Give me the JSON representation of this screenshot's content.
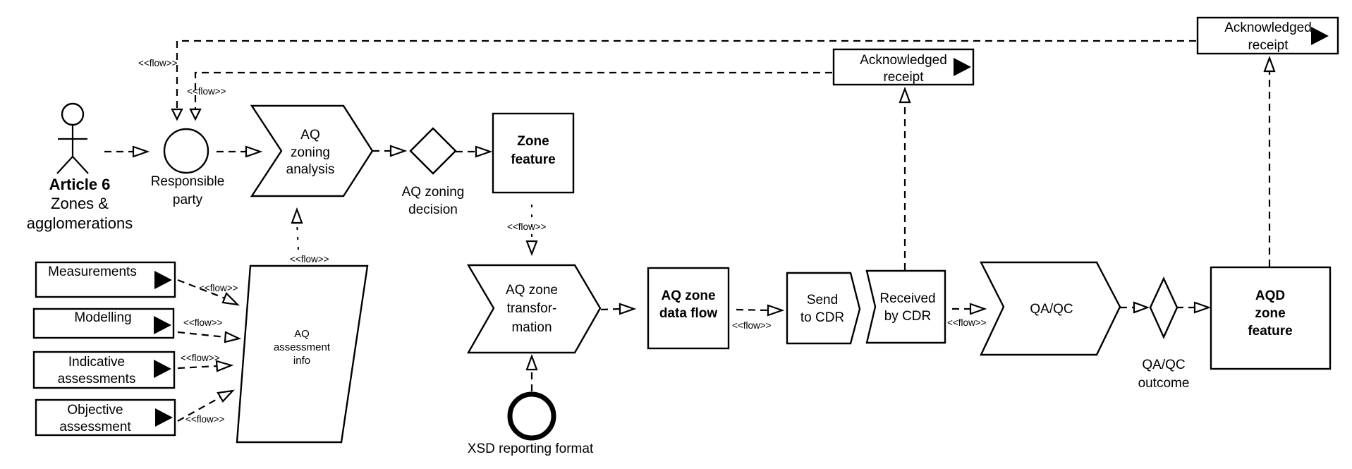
{
  "flow_label": "<<flow>>",
  "actor": {
    "title": "Article 6",
    "line2": "Zones &",
    "line3": "agglomerations"
  },
  "responsible_party": {
    "line1": "Responsible",
    "line2": "party"
  },
  "zoning_analysis": {
    "line1": "AQ",
    "line2": "zoning",
    "line3": "analysis"
  },
  "zoning_decision": {
    "line1": "AQ zoning",
    "line2": "decision"
  },
  "zone_feature": {
    "line1": "Zone",
    "line2": "feature"
  },
  "inputs": [
    {
      "line1": "Measurements",
      "line2": ""
    },
    {
      "line1": "Modelling",
      "line2": ""
    },
    {
      "line1": "Indicative",
      "line2": "assessments"
    },
    {
      "line1": "Objective",
      "line2": "assessment"
    }
  ],
  "assessment_info": {
    "line1": "AQ",
    "line2": "assessment",
    "line3": "info"
  },
  "zone_transformation": {
    "line1": "AQ zone",
    "line2": "transfor-",
    "line3": "mation"
  },
  "xsd_format": {
    "label": "XSD reporting format"
  },
  "zone_data_flow": {
    "line1": "AQ zone",
    "line2": "data flow"
  },
  "send_cdr": {
    "line1": "Send",
    "line2": "to CDR"
  },
  "received_cdr": {
    "line1": "Received",
    "line2": "by CDR"
  },
  "qaqc": {
    "label": "QA/QC"
  },
  "qaqc_outcome": {
    "line1": "QA/QC",
    "line2": "outcome"
  },
  "aqd_feature": {
    "line1": "AQD",
    "line2": "zone",
    "line3": "feature"
  },
  "ack_receipt_1": {
    "line1": "Acknowledged",
    "line2": "receipt"
  },
  "ack_receipt_2": {
    "line1": "Acknowledged",
    "line2": "receipt"
  }
}
